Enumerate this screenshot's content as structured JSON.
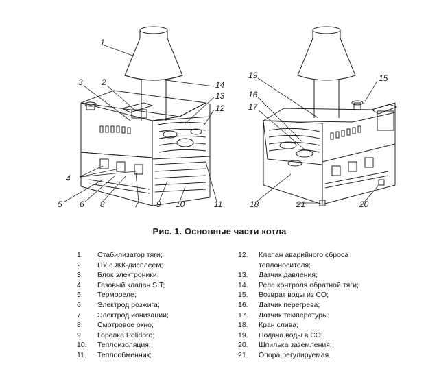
{
  "figure": {
    "caption": "Рис. 1. Основные части котла",
    "callouts_left": [
      "1",
      "2",
      "3",
      "4",
      "5",
      "6",
      "7",
      "8",
      "9",
      "10",
      "11",
      "12",
      "13",
      "14"
    ],
    "callouts_right": [
      "15",
      "16",
      "17",
      "18",
      "19",
      "20",
      "21"
    ]
  },
  "legend": {
    "left": [
      {
        "num": "1.",
        "text": "Стабилизатор тяги;"
      },
      {
        "num": "2.",
        "text": "ПУ с ЖК-дисплеем;"
      },
      {
        "num": "3.",
        "text": "Блок электроники;"
      },
      {
        "num": "4.",
        "text": "Газовый клапан SIT;"
      },
      {
        "num": "5.",
        "text": "Термореле;"
      },
      {
        "num": "6.",
        "text": "Электрод розжига;"
      },
      {
        "num": "7.",
        "text": "Электрод ионизации;"
      },
      {
        "num": "8.",
        "text": "Смотровое окно;"
      },
      {
        "num": "9.",
        "text": "Горелка Polidoro;"
      },
      {
        "num": "10.",
        "text": "Теплоизоляция;"
      },
      {
        "num": "11.",
        "text": "Теплообменник;"
      }
    ],
    "right": [
      {
        "num": "12.",
        "text": "Клапан аварийного сброса"
      },
      {
        "num": "",
        "text": "теплоносителя;"
      },
      {
        "num": "13.",
        "text": "Датчик давления;"
      },
      {
        "num": "14.",
        "text": "Реле контроля обратной тяги;"
      },
      {
        "num": "15.",
        "text": "Возврат воды из СО;"
      },
      {
        "num": "16.",
        "text": "Датчик перегрева;"
      },
      {
        "num": "17.",
        "text": "Датчик температуры;"
      },
      {
        "num": "18.",
        "text": "Кран слива;"
      },
      {
        "num": "19.",
        "text": "Подача воды в СО;"
      },
      {
        "num": "20.",
        "text": "Шпилька заземления;"
      },
      {
        "num": "21.",
        "text": "Опора регулируемая."
      }
    ]
  }
}
